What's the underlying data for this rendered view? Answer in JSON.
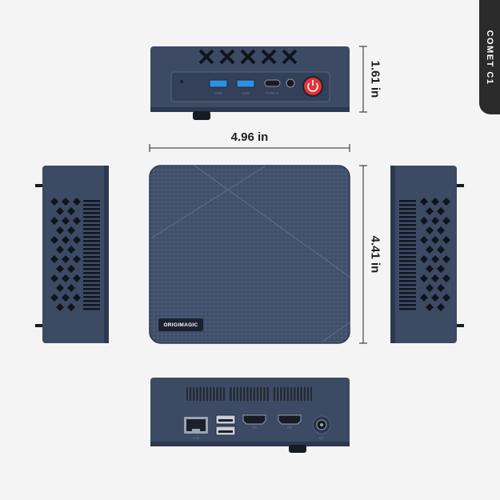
{
  "product": {
    "series_tab": "COMET C1",
    "brand_logo": "ORIGIMAGIC"
  },
  "dimensions": {
    "height": "1.61 in",
    "width": "4.96 in",
    "depth": "4.41 in"
  },
  "front_ports": {
    "usb_1": "USB",
    "usb_2": "USB",
    "usb_c": "TYPE-C"
  },
  "rear_ports": {
    "lan": "LAN",
    "hdmi_1": "HD",
    "hdmi_2": "HD",
    "dc": "DC"
  },
  "colors": {
    "chassis": "#3c4a63",
    "chassis_dark": "#2c3850",
    "port_blue": "#2f8fe0",
    "power_button": "#e5333a",
    "background": "#f4f4f4",
    "tab": "#2b2b2b"
  }
}
